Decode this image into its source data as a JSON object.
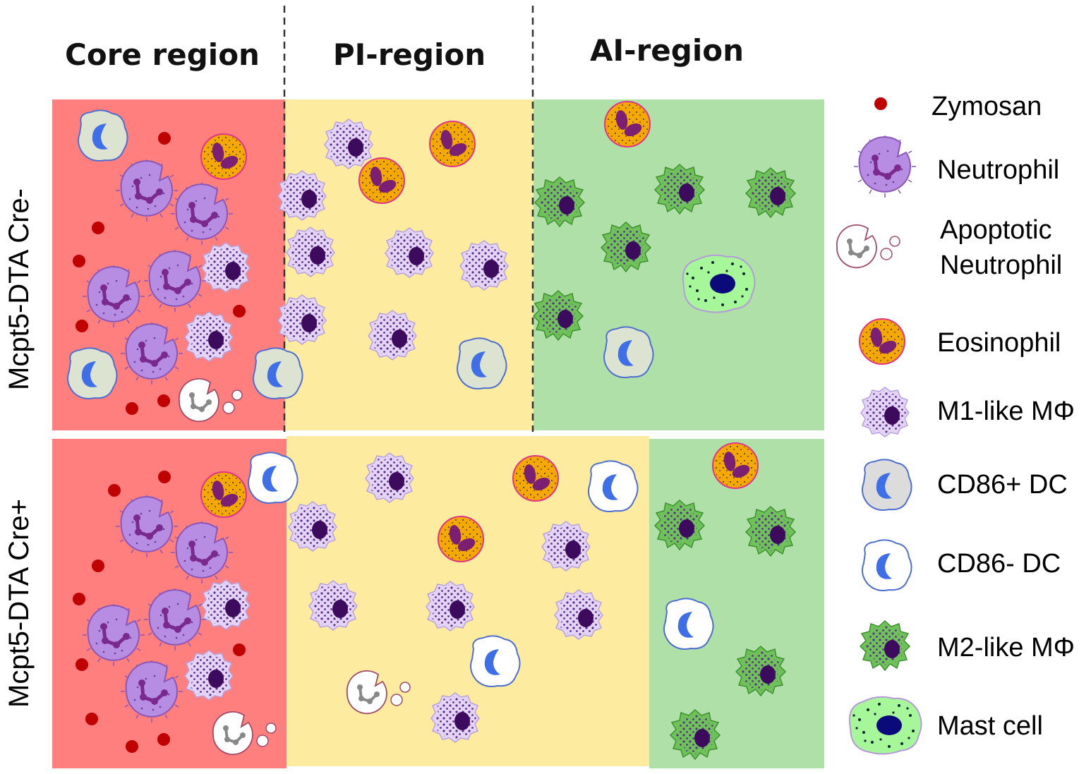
{
  "regions": {
    "core": "Core region",
    "pi": "PI-region",
    "ai": "AI-region"
  },
  "rows": {
    "top": "Mcpt5-DTA Cre-",
    "bottom": "Mcpt5-DTA Cre+"
  },
  "legend": {
    "zymosan": "Zymosan",
    "neutrophil": "Neutrophil",
    "apoptotic_line1": "Apoptotic",
    "apoptotic_line2": "Neutrophil",
    "eosinophil": "Eosinophil",
    "m1": "M1-like MΦ",
    "cd86pos": "CD86+ DC",
    "cd86neg": "CD86- DC",
    "m2": "M2-like MΦ",
    "mast": "Mast cell"
  },
  "colors": {
    "core_bg": "#ff7f7f",
    "pi_bg": "#fdeb9f",
    "ai_bg": "#aee0a8",
    "zymosan": "#c00000",
    "neutrophil": "#b68de2",
    "eosinophil": "#f5a800",
    "m1": "#e4d4f6",
    "m2": "#6fc25a",
    "mast": "#a6f79a",
    "cd86pos_dc": "#dde3d1",
    "cd86neg_dc": "#ffffff",
    "dc_nucleus": "#3f6fe8"
  }
}
